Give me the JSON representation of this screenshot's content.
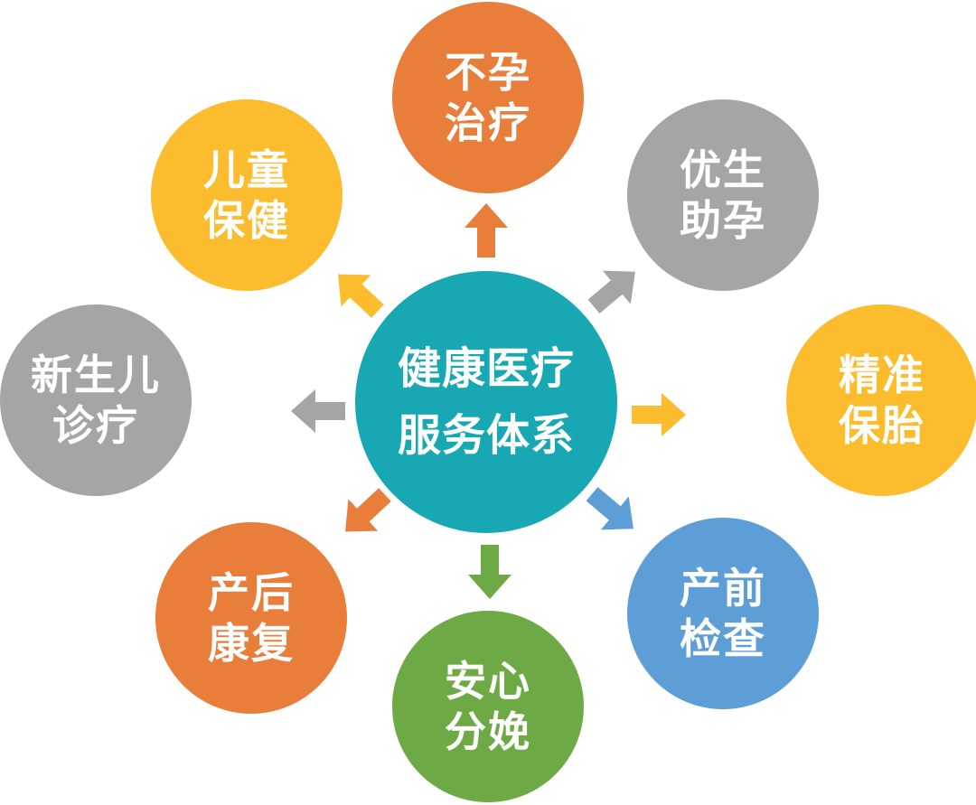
{
  "colors": {
    "orange": "#E97D3A",
    "gray": "#A5A5A5",
    "yellow": "#FBBC2D",
    "blue": "#5E9ED6",
    "green": "#6DAA45",
    "teal": "#17A8B3",
    "text": "#FFFFFF"
  },
  "center": {
    "line1": "健康医疗",
    "line2": "服务体系",
    "color": "teal"
  },
  "nodes": [
    {
      "key": "buyun",
      "line1": "不孕",
      "line2": "治疗",
      "color": "orange",
      "arrow": "up"
    },
    {
      "key": "yousheng",
      "line1": "优生",
      "line2": "助孕",
      "color": "gray",
      "arrow": "up-right"
    },
    {
      "key": "jingzhun",
      "line1": "精准",
      "line2": "保胎",
      "color": "yellow",
      "arrow": "right"
    },
    {
      "key": "chanqian",
      "line1": "产前",
      "line2": "检查",
      "color": "blue",
      "arrow": "down-right"
    },
    {
      "key": "anxin",
      "line1": "安心",
      "line2": "分娩",
      "color": "green",
      "arrow": "down"
    },
    {
      "key": "chanhou",
      "line1": "产后",
      "line2": "康复",
      "color": "orange",
      "arrow": "down-left"
    },
    {
      "key": "xinsheng",
      "line1": "新生儿",
      "line2": "诊疗",
      "color": "gray",
      "arrow": "left"
    },
    {
      "key": "ertong",
      "line1": "儿童",
      "line2": "保健",
      "color": "yellow",
      "arrow": "up-left"
    }
  ]
}
